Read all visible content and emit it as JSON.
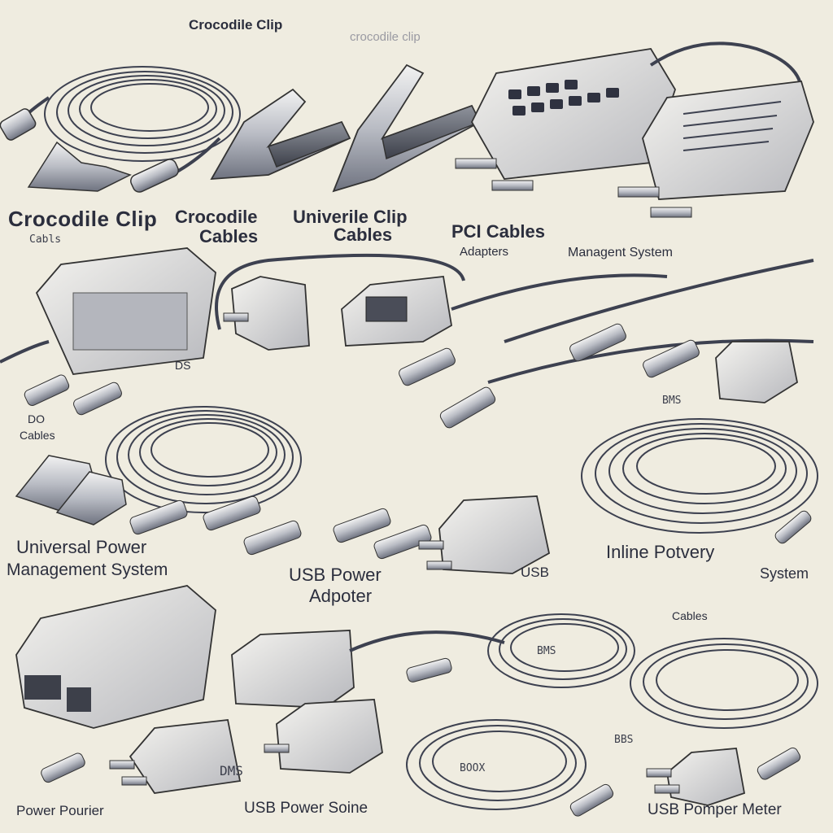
{
  "colors": {
    "background": "#efece0",
    "ink": "#2b2e3d",
    "metal": "#c7c9cf",
    "plastic": "#e3e2dd",
    "shadow": "#7b7e8a"
  },
  "labels": {
    "top_center": "Crocodile Clip",
    "top_faint": "crocodile clip",
    "crocodile_clip": "Crocodile Clip",
    "crocodile_cables_1": "Crocodile",
    "crocodile_cables_2": "Cables",
    "universal_clip_1": "Univerile Clip",
    "universal_clip_2": "Cables",
    "pci_cables": "PCI Cables",
    "adapters": "Adapters",
    "management_system": "Managent System",
    "cables_small": "Cabls",
    "ds": "DS",
    "do_1": "DO",
    "do_2": "Cables",
    "universal_power_1": "Universal Power",
    "universal_power_2": "Management System",
    "usb_power_adapter_1": "USB Power",
    "usb_power_adapter_2": "Adpoter",
    "usb": "USB",
    "inline_power_1": "Inline Potvery",
    "inline_power_2": "System",
    "cables_right": "Cables",
    "bms": "BMS",
    "power_pourier": "Power Pourier",
    "usb_power_source": "USB Power Soine",
    "usb_power_meter": "USB Pomper Meter",
    "small_bms": "BMS",
    "small_dms": "DMS",
    "small_bbs": "BBS",
    "small_boox": "BOOX"
  }
}
